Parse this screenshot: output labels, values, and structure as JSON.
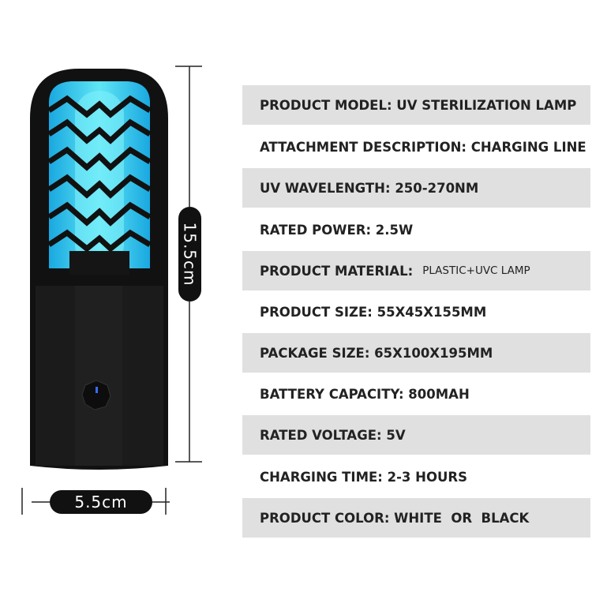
{
  "dimensions": {
    "height": "15.5cm",
    "width": "5.5cm"
  },
  "specs": [
    {
      "text": "PRODUCT MODEL: UV STERILIZATION LAMP"
    },
    {
      "text": "ATTACHMENT DESCRIPTION: CHARGING LINE"
    },
    {
      "text": "UV WAVELENGTH: 250-270NM"
    },
    {
      "text": "RATED POWER: 2.5W"
    },
    {
      "text": "PRODUCT MATERIAL:",
      "value": "PLASTIC+UVC LAMP"
    },
    {
      "text": "PRODUCT SIZE: 55X45X155MM"
    },
    {
      "text": "PACKAGE SIZE: 65X100X195MM"
    },
    {
      "text": "BATTERY CAPACITY: 800MAH"
    },
    {
      "text": "RATED VOLTAGE: 5V"
    },
    {
      "text": "CHARGING TIME: 2-3 HOURS"
    },
    {
      "text": "PRODUCT COLOR: WHITE  OR  BLACK"
    }
  ],
  "colors": {
    "uv": "#29c4f0",
    "body": "#111111",
    "band": "#e0e0e0"
  }
}
